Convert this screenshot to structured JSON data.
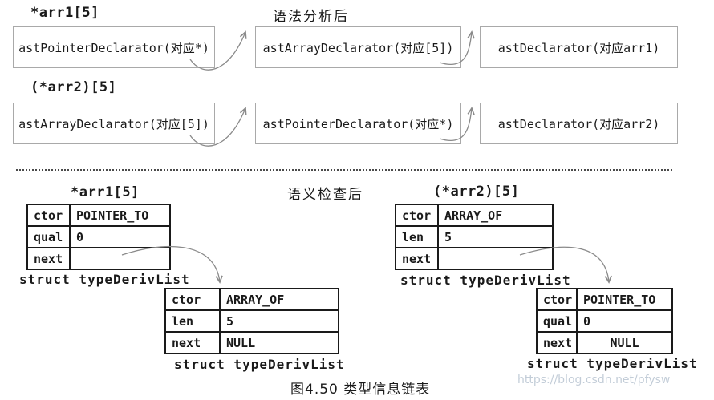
{
  "top": {
    "row1": {
      "var_label": "*arr1[5]",
      "section_label": "语法分析后",
      "boxes": [
        "astPointerDeclarator(对应*)",
        "astArrayDeclarator(对应[5])",
        "astDeclarator(对应arr1)"
      ]
    },
    "row2": {
      "var_label": "(*arr2)[5]",
      "boxes": [
        "astArrayDeclarator(对应[5])",
        "astPointerDeclarator(对应*)",
        "astDeclarator(对应arr2)"
      ]
    }
  },
  "bottom": {
    "section_label": "语义检查后",
    "arr1_label": "*arr1[5]",
    "arr2_label": "(*arr2)[5]",
    "struct_caption": "struct typeDerivList",
    "tables": {
      "arr1_head": {
        "rows": [
          [
            "ctor",
            "POINTER_TO"
          ],
          [
            "qual",
            "0"
          ],
          [
            "next",
            ""
          ]
        ]
      },
      "arr1_next": {
        "rows": [
          [
            "ctor",
            "ARRAY_OF"
          ],
          [
            "len",
            "5"
          ],
          [
            "next",
            "NULL"
          ]
        ]
      },
      "arr2_head": {
        "rows": [
          [
            "ctor",
            "ARRAY_OF"
          ],
          [
            "len",
            "5"
          ],
          [
            "next",
            ""
          ]
        ]
      },
      "arr2_next": {
        "rows": [
          [
            "ctor",
            "POINTER_TO"
          ],
          [
            "qual",
            "0"
          ],
          [
            "next",
            "NULL"
          ]
        ]
      }
    }
  },
  "figure_caption": "图4.50 类型信息链表",
  "watermark": "https://blog.csdn.net/pfysw",
  "colors": {
    "table_border": "#1a1a1a",
    "box_border": "#a9a9a9",
    "arrow": "#8a8a8a",
    "watermark_text": "#c3cdd8"
  }
}
